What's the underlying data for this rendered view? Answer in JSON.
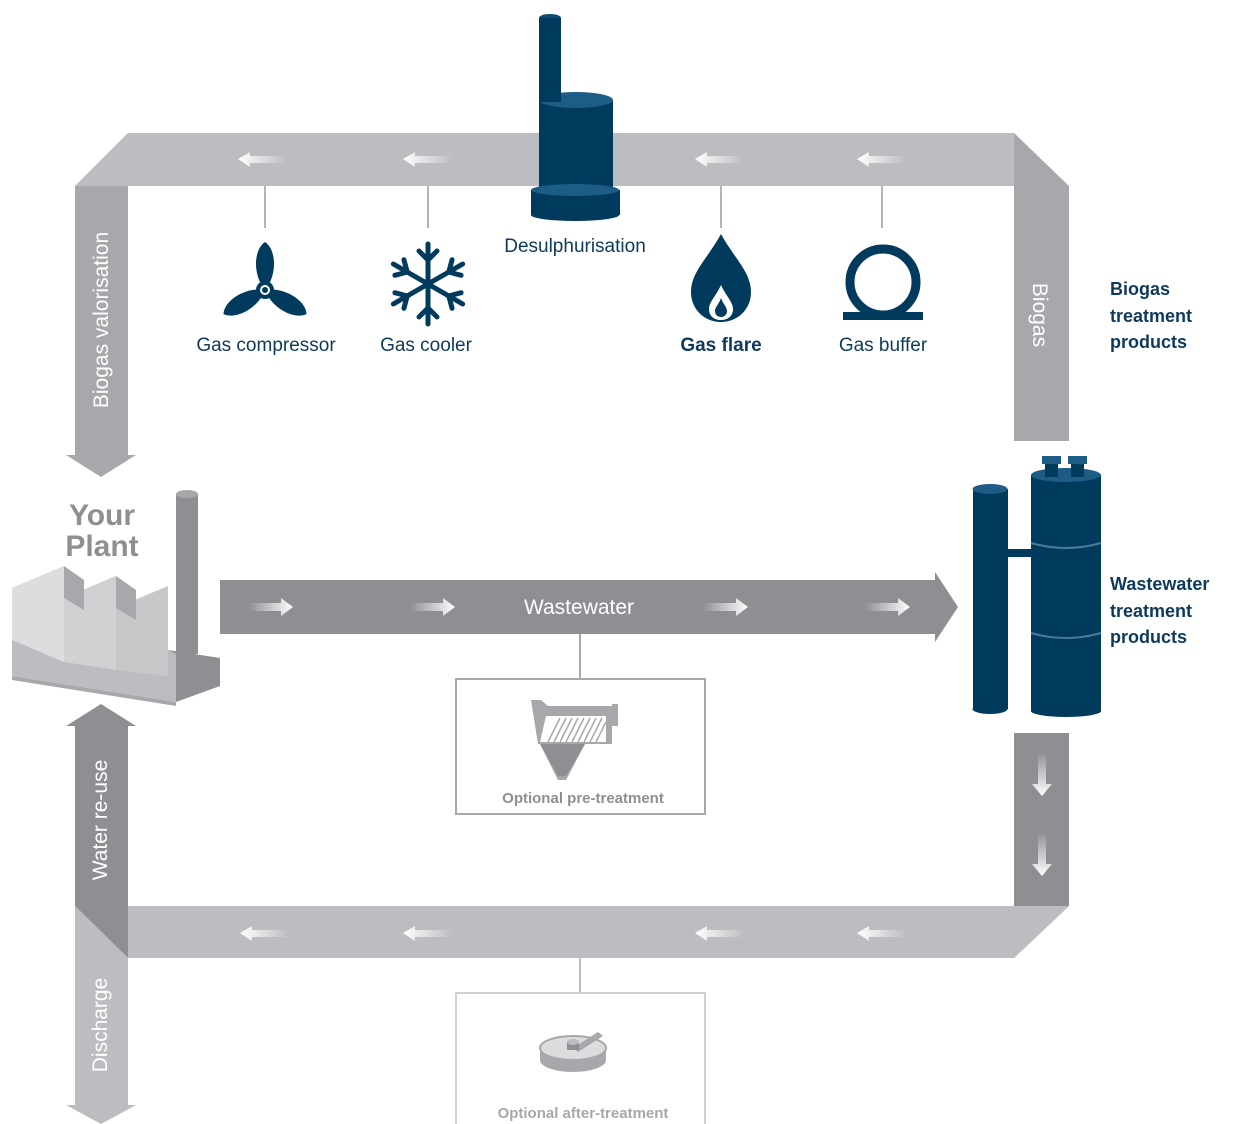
{
  "colors": {
    "navy": "#003a5d",
    "pipe_top": "#bcbdc0",
    "pipe_dark": "#8d8f93",
    "pipe_mid": "#a7a8ab",
    "label_blue": "#0d3a5c"
  },
  "plant": {
    "line1": "Your",
    "line2": "Plant"
  },
  "pipes": {
    "biogas_valorisation": "Biogas valorisation",
    "biogas": "Biogas",
    "wastewater": "Wastewater",
    "water_reuse": "Water re-use",
    "discharge": "Discharge"
  },
  "components": {
    "desulphurisation": "Desulphurisation",
    "gas_compressor": "Gas compressor",
    "gas_cooler": "Gas cooler",
    "gas_flare": "Gas flare",
    "gas_buffer": "Gas buffer"
  },
  "side_titles": {
    "biogas": [
      "Biogas",
      "treatment",
      "products"
    ],
    "wastewater": [
      "Wastewater",
      "treatment",
      "products"
    ]
  },
  "optional": {
    "pre_treatment": "Optional pre-treatment",
    "after_treatment": "Optional after-treatment"
  },
  "icons": {
    "compressor": "propeller-icon",
    "cooler": "snowflake-icon",
    "flare": "flame-icon",
    "buffer": "gas-buffer-icon",
    "desulphurisation": "desulphurisation-tank-icon",
    "plant": "factory-icon",
    "reactor": "reactor-tanks-icon",
    "pre_treatment": "screen-filter-icon",
    "after_treatment": "clarifier-icon"
  }
}
